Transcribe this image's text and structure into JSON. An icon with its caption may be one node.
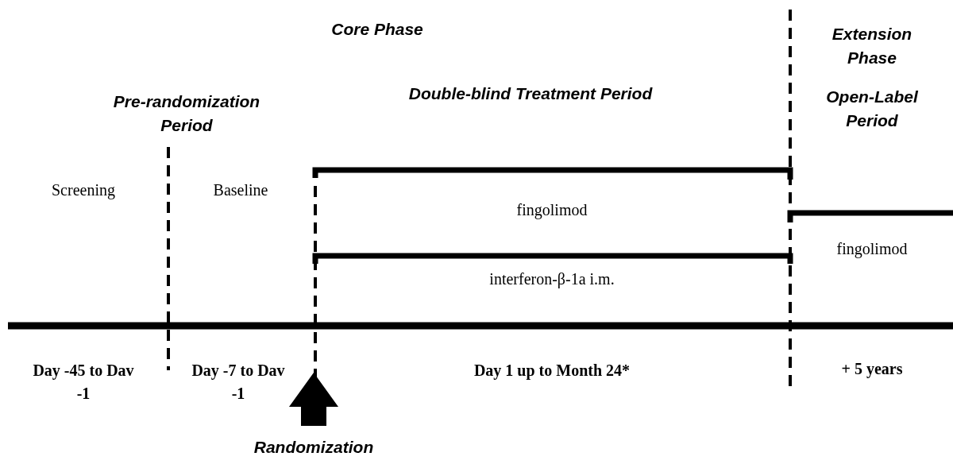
{
  "diagram": {
    "labels": [
      "Core Phase",
      "Extension Phase",
      "Pre-randomization Period",
      "Double-blind Treatment Period",
      "Open-Label Period",
      "Screening",
      "Baseline",
      "fingolimod",
      "fingolimod",
      "interferon-β-1a i.m.",
      "Day -45 to Dav -1",
      "Day -7 to Dav -1",
      "Day 1 up to Month 24*",
      "+ 5 years",
      "Randomization"
    ]
  }
}
